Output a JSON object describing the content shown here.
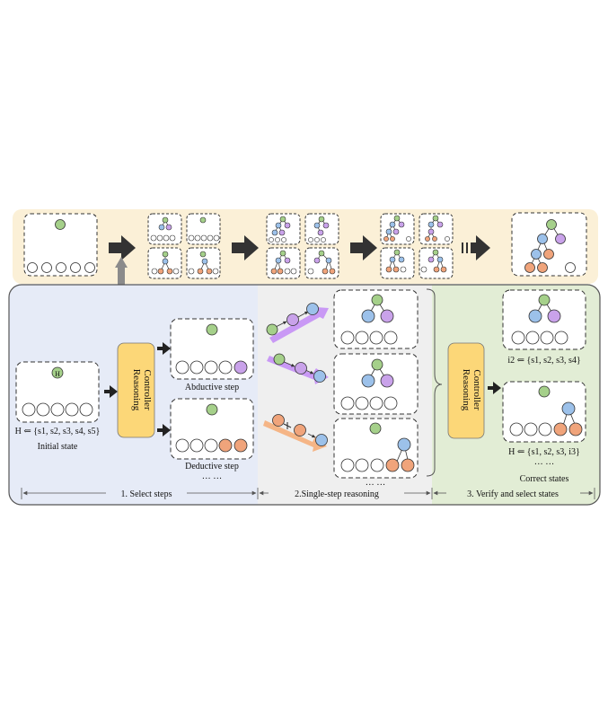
{
  "labels": {
    "hyp": "H",
    "initial_formula": "H ⇐ {s1, s2, s3, s4, s5}",
    "initial_state": "Initial state",
    "controller_line1": "Reasoning",
    "controller_line2": "Controller",
    "abductive_step": "Abductive step",
    "deductive_step": "Deductive step",
    "ellipsis": "··· ···",
    "formula_i2": "i2 ⇐ {s1, s2, s3, s4}",
    "formula_i3": "H ⇐ {s1, s2, s3, i3}",
    "correct_states": "Correct states",
    "phase1": "1. Select steps",
    "phase2": "2.Single-step reasoning",
    "phase3": "3. Verify and select states"
  },
  "colors": {
    "top_band": "#fbf0d7",
    "left_panel": "#e6ebf7",
    "middle_panel": "#efefef",
    "right_panel": "#e2edd5",
    "controller": "#fcd778",
    "green_node": "#a5d08a",
    "blue_node": "#9cc1ea",
    "purple_node": "#c9a2ea",
    "orange_node": "#f0a47b",
    "purple_arrow": "#c999f5",
    "orange_arrow": "#f5b586"
  },
  "icons": {
    "flow_arrow": "right-arrow-icon",
    "triple_arrow": "triple-right-arrow-icon",
    "up_arrow": "up-arrow-icon"
  }
}
